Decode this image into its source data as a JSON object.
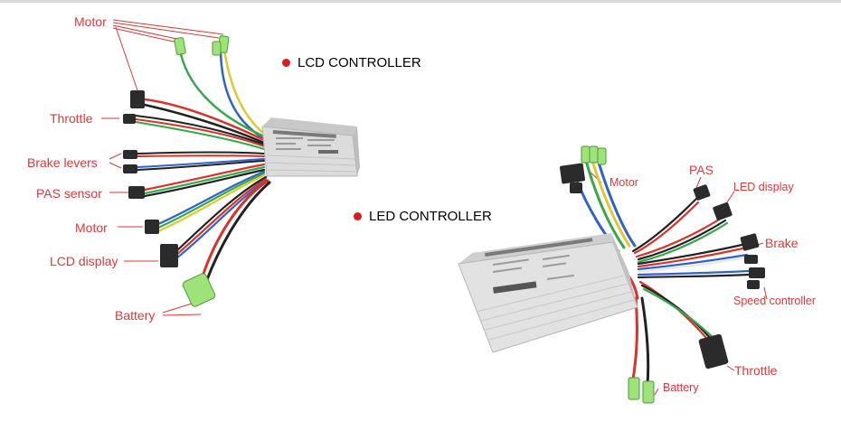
{
  "colors": {
    "label": "#e03838",
    "leader": "#d23a3a",
    "bullet": "#e0191c",
    "housing": "#dcdcdc",
    "connector": "#2b2b2b",
    "wire_red": "#d8322a",
    "wire_black": "#222222",
    "wire_green": "#34a84a",
    "wire_blue": "#2f63c8",
    "wire_yellow": "#e2c830",
    "wire_white": "#e8e8e8",
    "terminal_green": "#9ee27a"
  },
  "lcd": {
    "title": "LCD CONTROLLER",
    "labels": {
      "motor_top": "Motor",
      "throttle": "Throttle",
      "brake": "Brake levers",
      "pas": "PAS sensor",
      "motor": "Motor",
      "lcd_display": "LCD display",
      "battery": "Battery"
    }
  },
  "led": {
    "title": "LED CONTROLLER",
    "labels": {
      "motor": "Motor",
      "pas": "PAS",
      "led_display": "LED display",
      "brake": "Brake",
      "speed_controller": "Speed controller",
      "throttle": "Throttle",
      "battery": "Battery"
    }
  }
}
